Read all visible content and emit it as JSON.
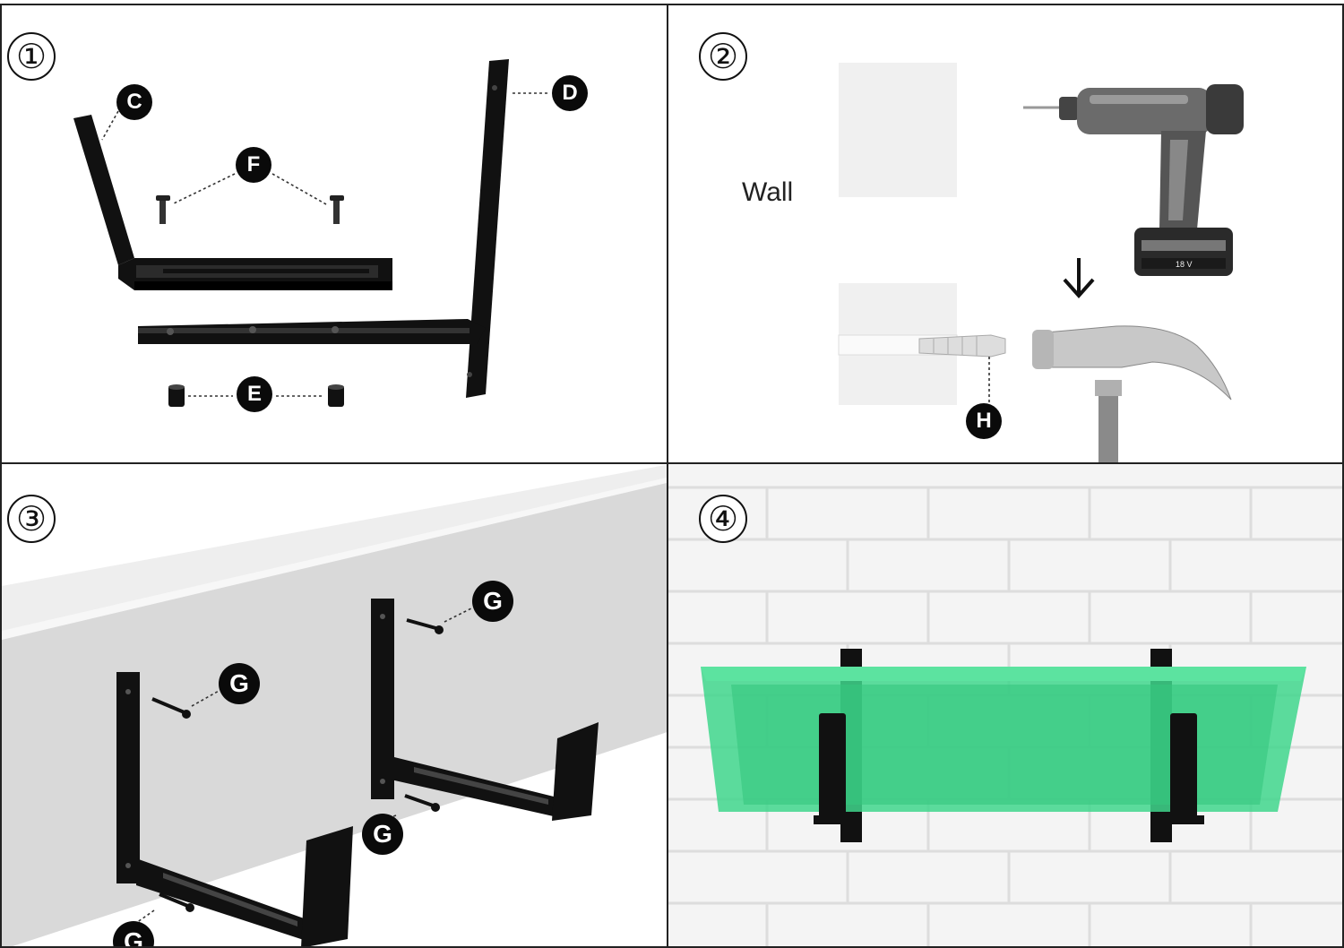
{
  "steps": [
    {
      "number": "①",
      "parts": [
        "C",
        "D",
        "F",
        "E"
      ]
    },
    {
      "number": "②",
      "wall_label": "Wall",
      "parts": [
        "H"
      ]
    },
    {
      "number": "③",
      "parts": [
        "G",
        "G",
        "G",
        "G"
      ]
    },
    {
      "number": "④"
    }
  ],
  "drill": {
    "battery_text": "18 V"
  },
  "colors": {
    "bracket": "#111111",
    "planter": "#3fd68c",
    "wall": "#f4f4f4",
    "brick_mortar": "#dcdcdc",
    "ledge": "#d9d9d9"
  }
}
